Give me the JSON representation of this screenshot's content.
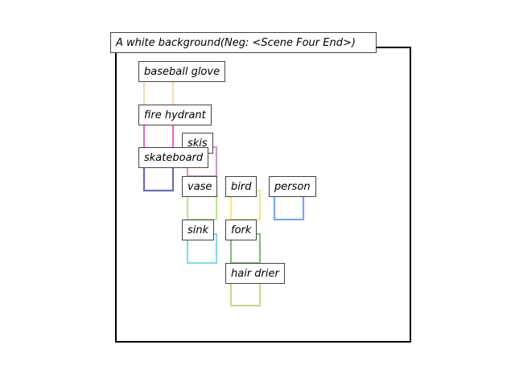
{
  "caption": "A white background(Neg: <Scene Four End>)",
  "objects": [
    {
      "label": "baseball glove",
      "color": "#f2deb0"
    },
    {
      "label": "fire hydrant",
      "color": "#e070c8"
    },
    {
      "label": "skis",
      "color": "#c8a0c0"
    },
    {
      "label": "skateboard",
      "color": "#6a6ab0"
    },
    {
      "label": "vase",
      "color": "#b8e890"
    },
    {
      "label": "bird",
      "color": "#f0e88a"
    },
    {
      "label": "person",
      "color": "#7aa8e8"
    },
    {
      "label": "sink",
      "color": "#8adcd6"
    },
    {
      "label": "fork",
      "color": "#8ab88a"
    },
    {
      "label": "hair drier",
      "color": "#c8d890"
    }
  ]
}
